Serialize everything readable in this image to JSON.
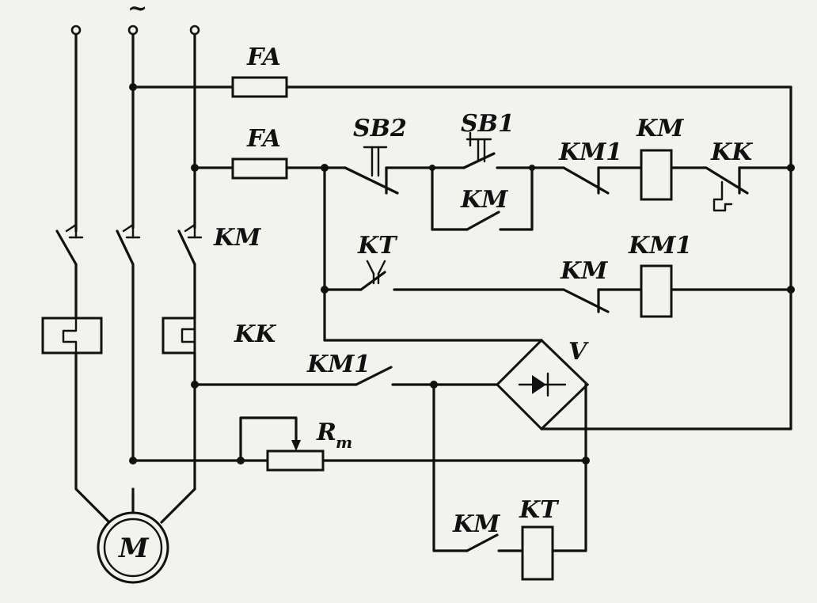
{
  "diagram": {
    "supply_symbol": "~",
    "fuse_top": "FA",
    "fuse_control": "FA",
    "stop_button": "SB2",
    "start_button": "SB1",
    "contact_km_hold": "KM",
    "contact_km1_interlock": "KM1",
    "coil_km": "KM",
    "thermal_contact": "KK",
    "timer_contact": "KT",
    "contact_km_interlock": "KM",
    "coil_km1": "KM1",
    "main_contacts": "KM",
    "thermal_relay": "KK",
    "contact_km1_dc": "KM1",
    "rectifier": "V",
    "resistor": "R",
    "resistor_sub": "т",
    "contact_km_timer": "KM",
    "coil_kt": "KT",
    "motor": "M"
  }
}
